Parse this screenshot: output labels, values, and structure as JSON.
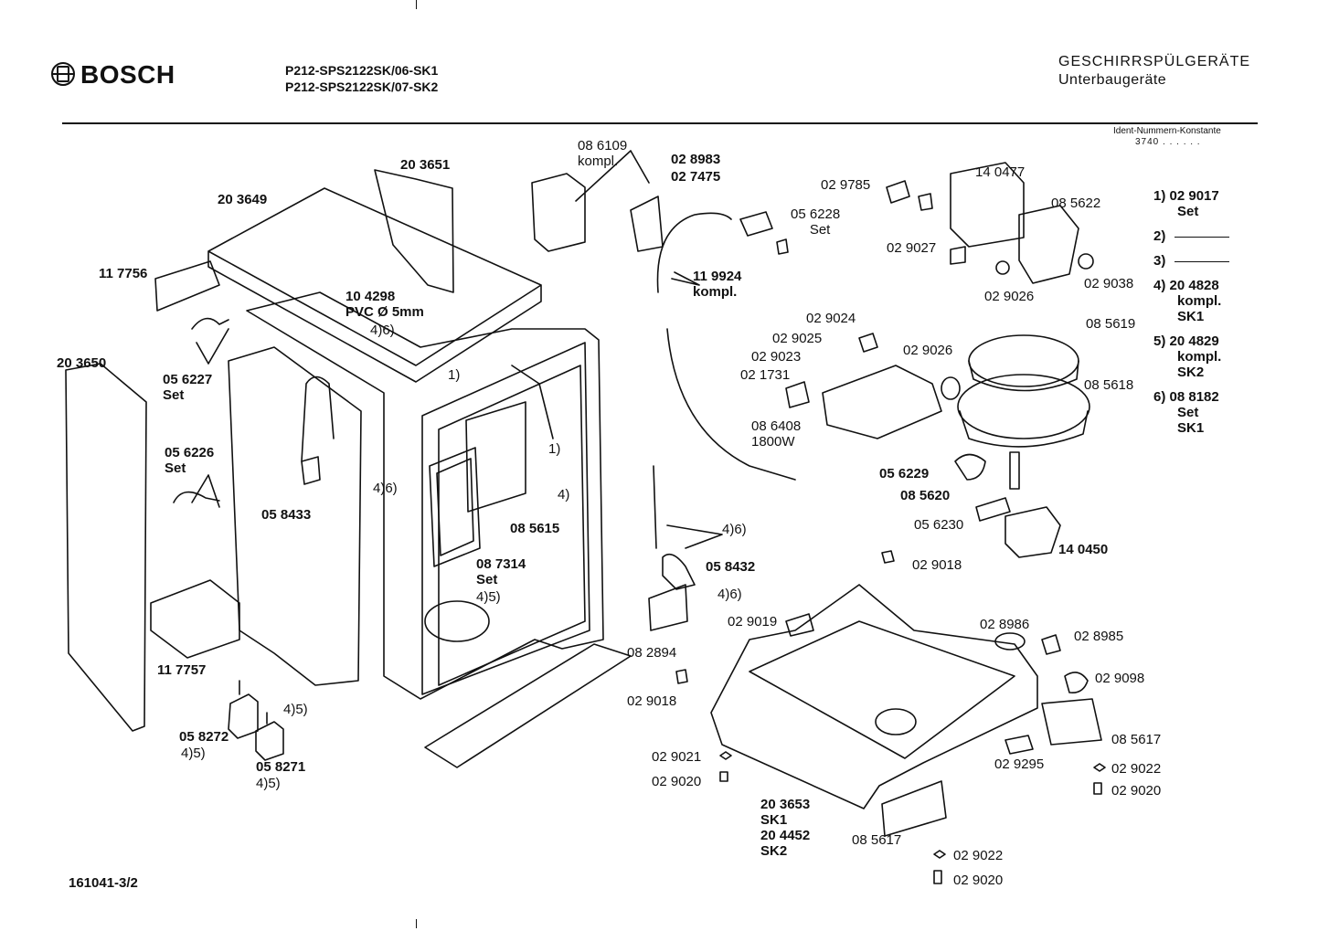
{
  "header": {
    "brand": "BOSCH",
    "models": [
      "P212-SPS2122SK/06-SK1",
      "P212-SPS2122SK/07-SK2"
    ],
    "category": "GESCHIRRSPÜLGERÄTE",
    "subcategory": "Unterbaugeräte",
    "ident_title": "Ident-Nummern-Konstante",
    "ident_value": "3740  . .   . . . ."
  },
  "footer": {
    "doc_number": "161041-3/2"
  },
  "legend": [
    {
      "key": "1)",
      "value": "02 9017",
      "lines": [
        "Set"
      ]
    },
    {
      "key": "2)",
      "value": "",
      "lines": []
    },
    {
      "key": "3)",
      "value": "",
      "lines": []
    },
    {
      "key": "4)",
      "value": "20 4828",
      "lines": [
        "kompl.",
        "SK1"
      ]
    },
    {
      "key": "5)",
      "value": "20 4829",
      "lines": [
        "kompl.",
        "SK2"
      ]
    },
    {
      "key": "6)",
      "value": "08 8182",
      "lines": [
        "Set",
        "SK1"
      ]
    }
  ],
  "part_labels": [
    {
      "id": "p203651",
      "text": "20 3651"
    },
    {
      "id": "p203649",
      "text": "20 3649"
    },
    {
      "id": "p117756",
      "text": "11 7756"
    },
    {
      "id": "p104298",
      "text": "10 4298\nPVC Ø 5mm"
    },
    {
      "id": "p46a",
      "text": "4)6)"
    },
    {
      "id": "p203650",
      "text": "20 3650"
    },
    {
      "id": "p056227",
      "text": "05 6227\nSet"
    },
    {
      "id": "p056226",
      "text": "05 6226\nSet"
    },
    {
      "id": "p1a",
      "text": "1)"
    },
    {
      "id": "p1b",
      "text": "1)"
    },
    {
      "id": "p4a",
      "text": "4)"
    },
    {
      "id": "p46b",
      "text": "4)6)"
    },
    {
      "id": "p058433",
      "text": "05 8433"
    },
    {
      "id": "p085615",
      "text": "08 5615"
    },
    {
      "id": "p087314",
      "text": "08 7314\nSet"
    },
    {
      "id": "p45a",
      "text": "4)5)"
    },
    {
      "id": "p117757",
      "text": "11 7757"
    },
    {
      "id": "p058272",
      "text": "05 8272"
    },
    {
      "id": "p45b",
      "text": "4)5)"
    },
    {
      "id": "p058271",
      "text": "05 8271"
    },
    {
      "id": "p45c",
      "text": "4)5)"
    },
    {
      "id": "p45d",
      "text": "4)5)"
    },
    {
      "id": "p086109",
      "text": "08 6109\nkompl."
    },
    {
      "id": "p028983",
      "text": "02 8983"
    },
    {
      "id": "p027475",
      "text": "02 7475"
    },
    {
      "id": "p119924",
      "text": "11 9924\nkompl."
    },
    {
      "id": "p056228",
      "text": "05 6228\n     Set"
    },
    {
      "id": "p029785",
      "text": "02 9785"
    },
    {
      "id": "p140477",
      "text": "14 0477"
    },
    {
      "id": "p085622",
      "text": "08 5622"
    },
    {
      "id": "p029027",
      "text": "02 9027"
    },
    {
      "id": "p029026a",
      "text": "02 9026"
    },
    {
      "id": "p029038",
      "text": "02 9038"
    },
    {
      "id": "p029024",
      "text": "02 9024"
    },
    {
      "id": "p029025",
      "text": "02 9025"
    },
    {
      "id": "p029023",
      "text": "02 9023"
    },
    {
      "id": "p021731",
      "text": "02 1731"
    },
    {
      "id": "p029026b",
      "text": "02 9026"
    },
    {
      "id": "p085619",
      "text": "08 5619"
    },
    {
      "id": "p085618",
      "text": "08 5618"
    },
    {
      "id": "p086408",
      "text": "08 6408\n1800W"
    },
    {
      "id": "p056229",
      "text": "05 6229"
    },
    {
      "id": "p085620",
      "text": "08 5620"
    },
    {
      "id": "p056230",
      "text": "05 6230"
    },
    {
      "id": "p140450",
      "text": "14 0450"
    },
    {
      "id": "p46c",
      "text": "4)6)"
    },
    {
      "id": "p058432",
      "text": "05 8432"
    },
    {
      "id": "p46d",
      "text": "4)6)"
    },
    {
      "id": "p029018a",
      "text": "02 9018"
    },
    {
      "id": "p029019",
      "text": "02 9019"
    },
    {
      "id": "p082894",
      "text": "08 2894"
    },
    {
      "id": "p029018b",
      "text": "02 9018"
    },
    {
      "id": "p028986",
      "text": "02 8986"
    },
    {
      "id": "p028985",
      "text": "02 8985"
    },
    {
      "id": "p029098",
      "text": "02 9098"
    },
    {
      "id": "p085617a",
      "text": "08 5617"
    },
    {
      "id": "p029022a",
      "text": "02 9022"
    },
    {
      "id": "p029020a",
      "text": "02 9020"
    },
    {
      "id": "p029295",
      "text": "02 9295"
    },
    {
      "id": "p029021",
      "text": "02 9021"
    },
    {
      "id": "p029020b",
      "text": "02 9020"
    },
    {
      "id": "p203653",
      "text": "20 3653\nSK1\n20 4452\nSK2"
    },
    {
      "id": "p085617b",
      "text": "08 5617"
    },
    {
      "id": "p029022b",
      "text": "02 9022"
    },
    {
      "id": "p029020c",
      "text": "02 9020"
    }
  ]
}
